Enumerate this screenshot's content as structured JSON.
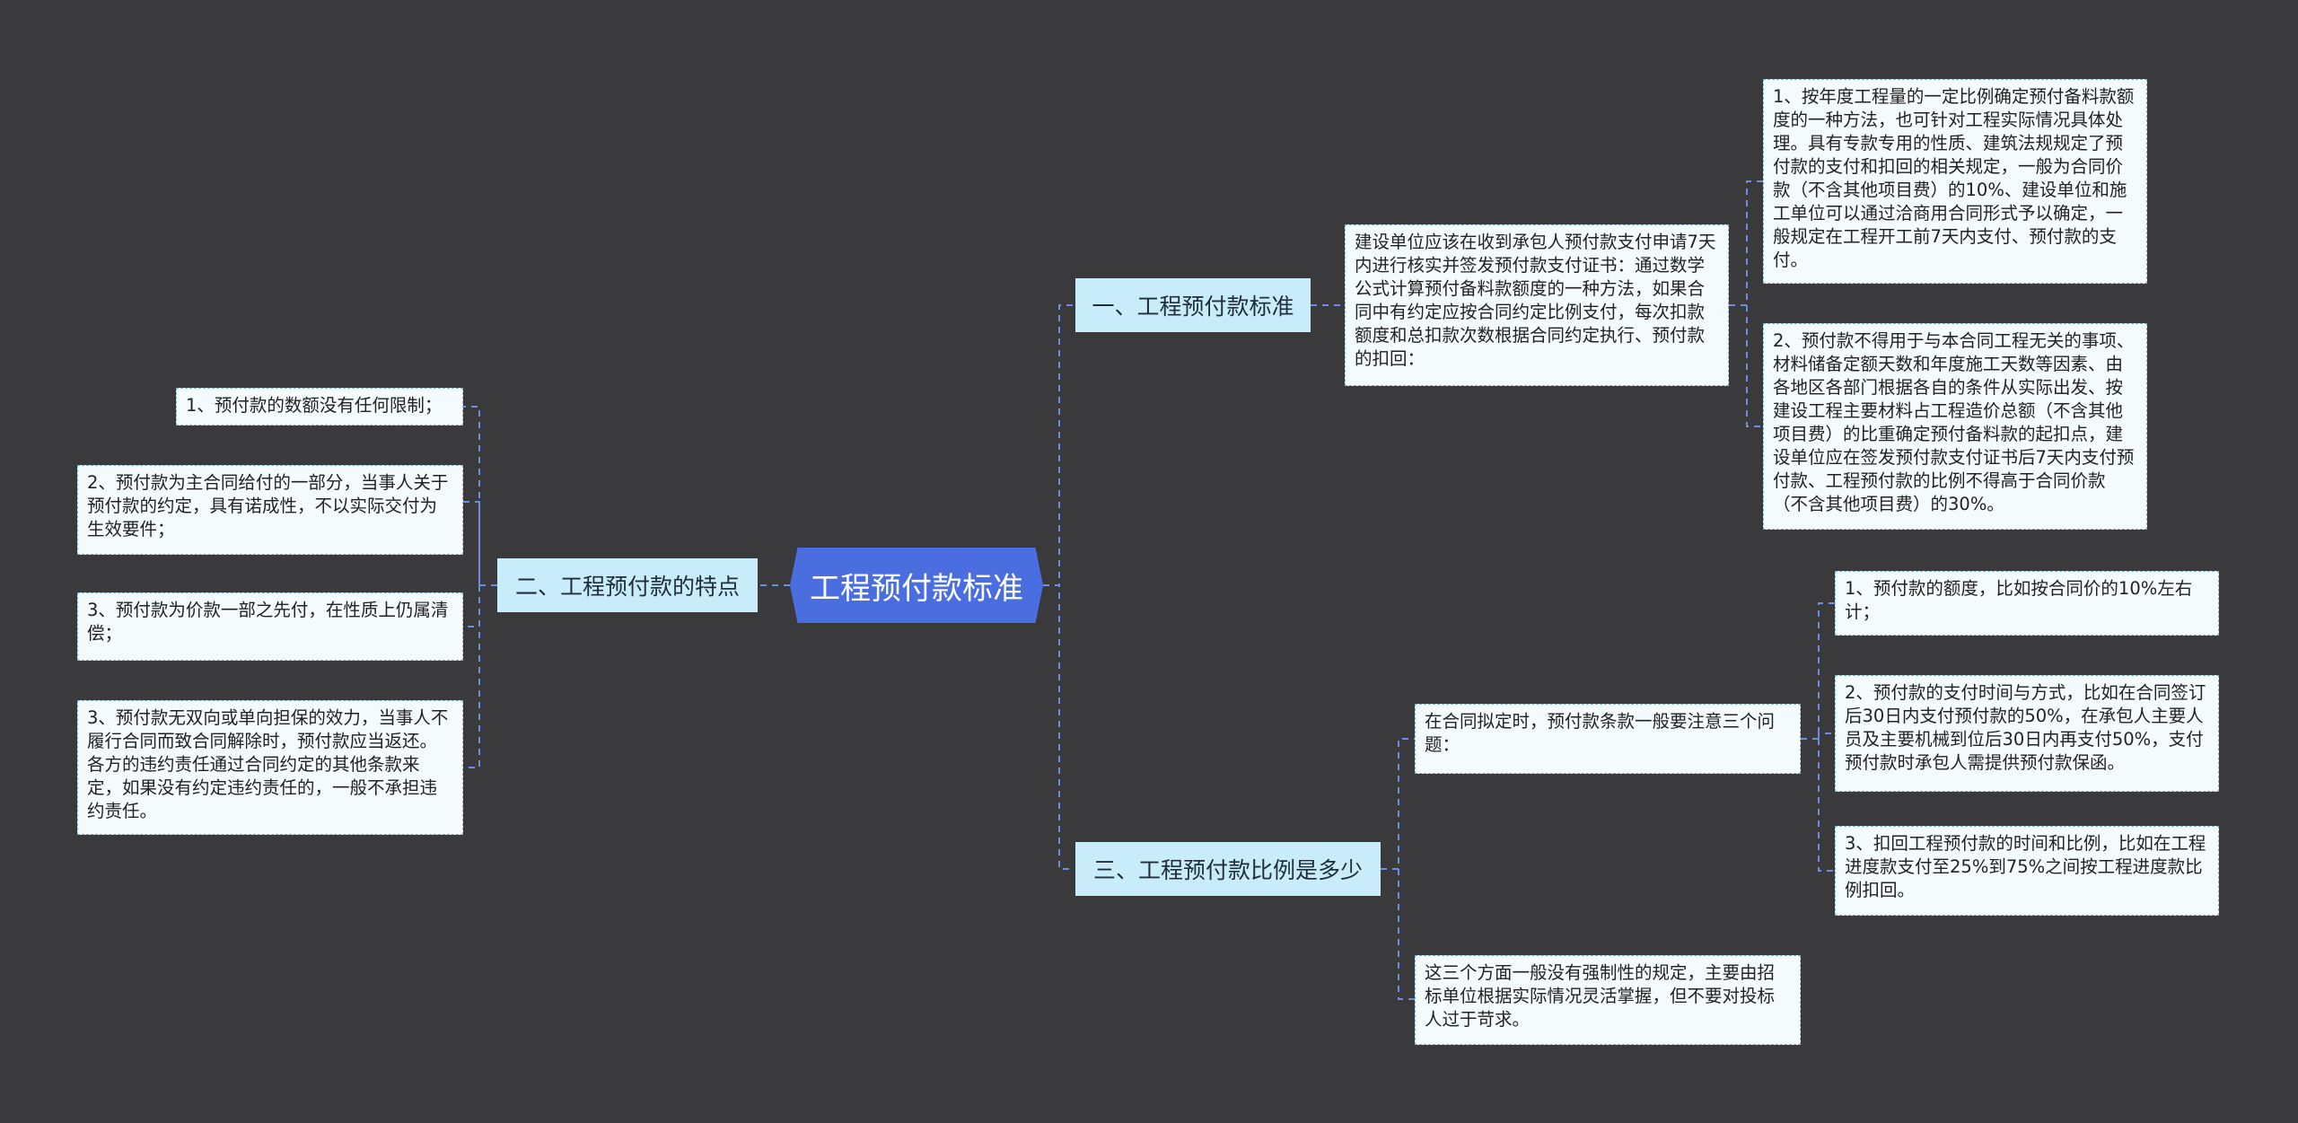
{
  "center": {
    "label": "工程预付款标准"
  },
  "branches": {
    "b1": {
      "label": "一、工程预付款标准"
    },
    "b2": {
      "label": "二、工程预付款的特点"
    },
    "b3": {
      "label": "三、工程预付款比例是多少"
    }
  },
  "nodes": {
    "b1_main": "建设单位应该在收到承包人预付款支付申请7天内进行核实并签发预付款支付证书：通过数学公式计算预付备料款额度的一种方法，如果合同中有约定应按合同约定比例支付，每次扣款额度和总扣款次数根据合同约定执行、预付款的扣回：",
    "b1_sub1": "1、按年度工程量的一定比例确定预付备料款额度的一种方法，也可针对工程实际情况具体处理。具有专款专用的性质、建筑法规规定了预付款的支付和扣回的相关规定，一般为合同价款（不含其他项目费）的10%、建设单位和施工单位可以通过洽商用合同形式予以确定，一般规定在工程开工前7天内支付、预付款的支付。",
    "b1_sub2": "2、预付款不得用于与本合同工程无关的事项、材料储备定额天数和年度施工天数等因素、由各地区各部门根据各自的条件从实际出发、按建设工程主要材料占工程造价总额（不含其他项目费）的比重确定预付备料款的起扣点，建设单位应在签发预付款支付证书后7天内支付预付款、工程预付款的比例不得高于合同价款（不含其他项目费）的30%。",
    "b2_leaf1": "1、预付款的数额没有任何限制；",
    "b2_leaf2": "2、预付款为主合同给付的一部分，当事人关于预付款的约定，具有诺成性，不以实际交付为生效要件；",
    "b2_leaf3": "3、预付款为价款一部之先付，在性质上仍属清偿；",
    "b2_leaf4": "3、预付款无双向或单向担保的效力，当事人不履行合同而致合同解除时，预付款应当返还。各方的违约责任通过合同约定的其他条款来定，如果没有约定违约责任的，一般不承担违约责任。",
    "b3_main": "在合同拟定时，预付款条款一般要注意三个问题：",
    "b3_sub1": "1、预付款的额度，比如按合同价的10%左右计；",
    "b3_sub2": "2、预付款的支付时间与方式，比如在合同签订后30日内支付预付款的50%，在承包人主要人员及主要机械到位后30日内再支付50%，支付预付款时承包人需提供预付款保函。",
    "b3_sub3": "3、扣回工程预付款的时间和比例，比如在工程进度款支付至25%到75%之间按工程进度款比例扣回。",
    "b3_note": "这三个方面一般没有强制性的规定，主要由招标单位根据实际情况灵活掌握，但不要对投标人过于苛求。"
  },
  "colors": {
    "background": "#3a393c",
    "center": "#4a6ee0",
    "branch": "#c9ecfa",
    "leaf": "#f3fbfd",
    "connector": "#6b8de3"
  }
}
